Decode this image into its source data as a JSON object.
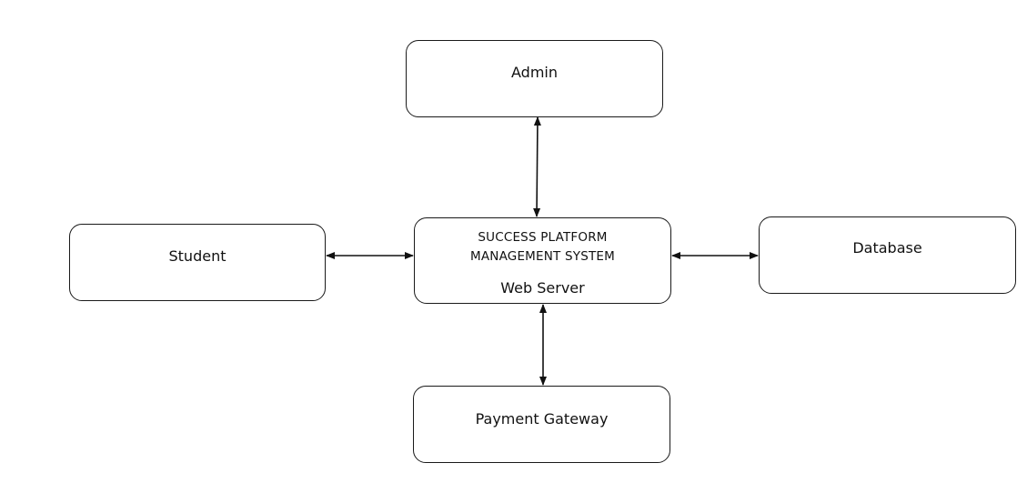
{
  "diagram": {
    "nodes": {
      "admin": {
        "label": "Admin"
      },
      "student": {
        "label": "Student"
      },
      "database": {
        "label": "Database"
      },
      "payment_gateway": {
        "label": "Payment Gateway"
      },
      "web_server": {
        "title_line1": "SUCCESS PLATFORM",
        "title_line2": "MANAGEMENT SYSTEM",
        "subtitle": "Web Server"
      }
    },
    "edges": [
      {
        "from": "admin",
        "to": "web_server",
        "direction": "bidirectional"
      },
      {
        "from": "student",
        "to": "web_server",
        "direction": "bidirectional"
      },
      {
        "from": "web_server",
        "to": "database",
        "direction": "bidirectional"
      },
      {
        "from": "web_server",
        "to": "payment_gateway",
        "direction": "bidirectional"
      }
    ],
    "colors": {
      "stroke": "#1a1a1a",
      "background": "#ffffff"
    }
  }
}
